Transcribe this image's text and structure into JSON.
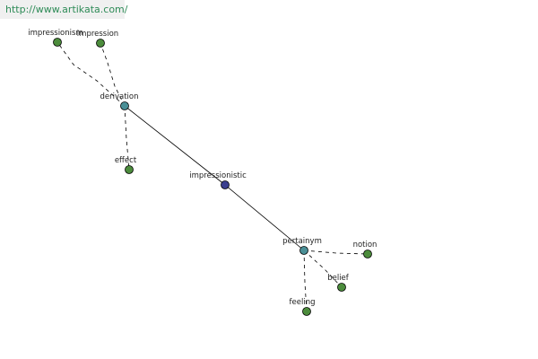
{
  "source": {
    "url_text": "http://www.artikata.com/"
  },
  "colors": {
    "center_node": "#3b3f8f",
    "relation_node": "#4a8f96",
    "leaf_node": "#4c8c3c",
    "node_outline": "#000000",
    "edge": "#000000",
    "source_text": "#2e8b57"
  },
  "graph": {
    "center": {
      "label": "impressionistic"
    },
    "relations": [
      {
        "id": "derivation",
        "label": "derivation",
        "edge_to_center": "solid",
        "leaves": [
          {
            "id": "impressionism",
            "label": "impressionism",
            "edge": "dashed"
          },
          {
            "id": "impression",
            "label": "impression",
            "edge": "dashed"
          },
          {
            "id": "effect",
            "label": "effect",
            "edge": "dashed"
          }
        ]
      },
      {
        "id": "pertainym",
        "label": "pertainym",
        "edge_to_center": "solid",
        "leaves": [
          {
            "id": "notion",
            "label": "notion",
            "edge": "dashed"
          },
          {
            "id": "belief",
            "label": "belief",
            "edge": "dashed"
          },
          {
            "id": "feeling",
            "label": "feeling",
            "edge": "dashed"
          }
        ]
      }
    ]
  }
}
